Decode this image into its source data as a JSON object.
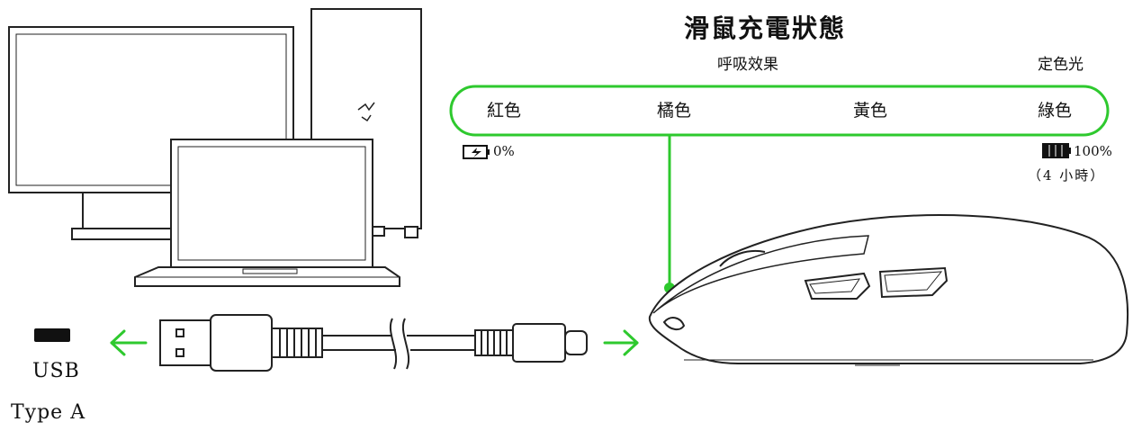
{
  "title": "滑鼠充電狀態",
  "modes": {
    "breathing": "呼吸效果",
    "static": "定色光"
  },
  "levels": [
    "紅色",
    "橘色",
    "黃色",
    "綠色"
  ],
  "battery_low": {
    "icon": "battery-charging-icon",
    "text": "0%"
  },
  "battery_full": {
    "icon": "battery-full-icon",
    "text": "100%",
    "duration": "（4 小時）"
  },
  "port": {
    "line1": "USB",
    "line2": "Type A"
  },
  "colors": {
    "accent_green": "#2ec92e",
    "line": "#222222"
  }
}
